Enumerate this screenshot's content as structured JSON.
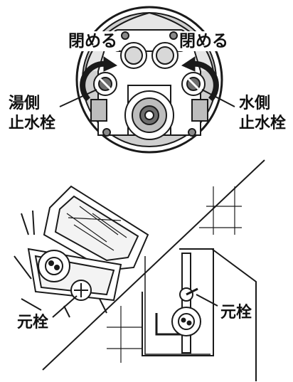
{
  "labels": {
    "close_left": "閉める",
    "close_right": "閉める",
    "hot_stop_valve": "湯側\n止水栓",
    "cold_stop_valve": "水側\n止水栓",
    "main_valve_outdoor": "元栓",
    "main_valve_indoor": "元栓"
  },
  "colors": {
    "line": "#1a1a1a",
    "fill_gray": "#bdbdbd",
    "fill_dark": "#6e6e6e",
    "background": "#ffffff"
  }
}
